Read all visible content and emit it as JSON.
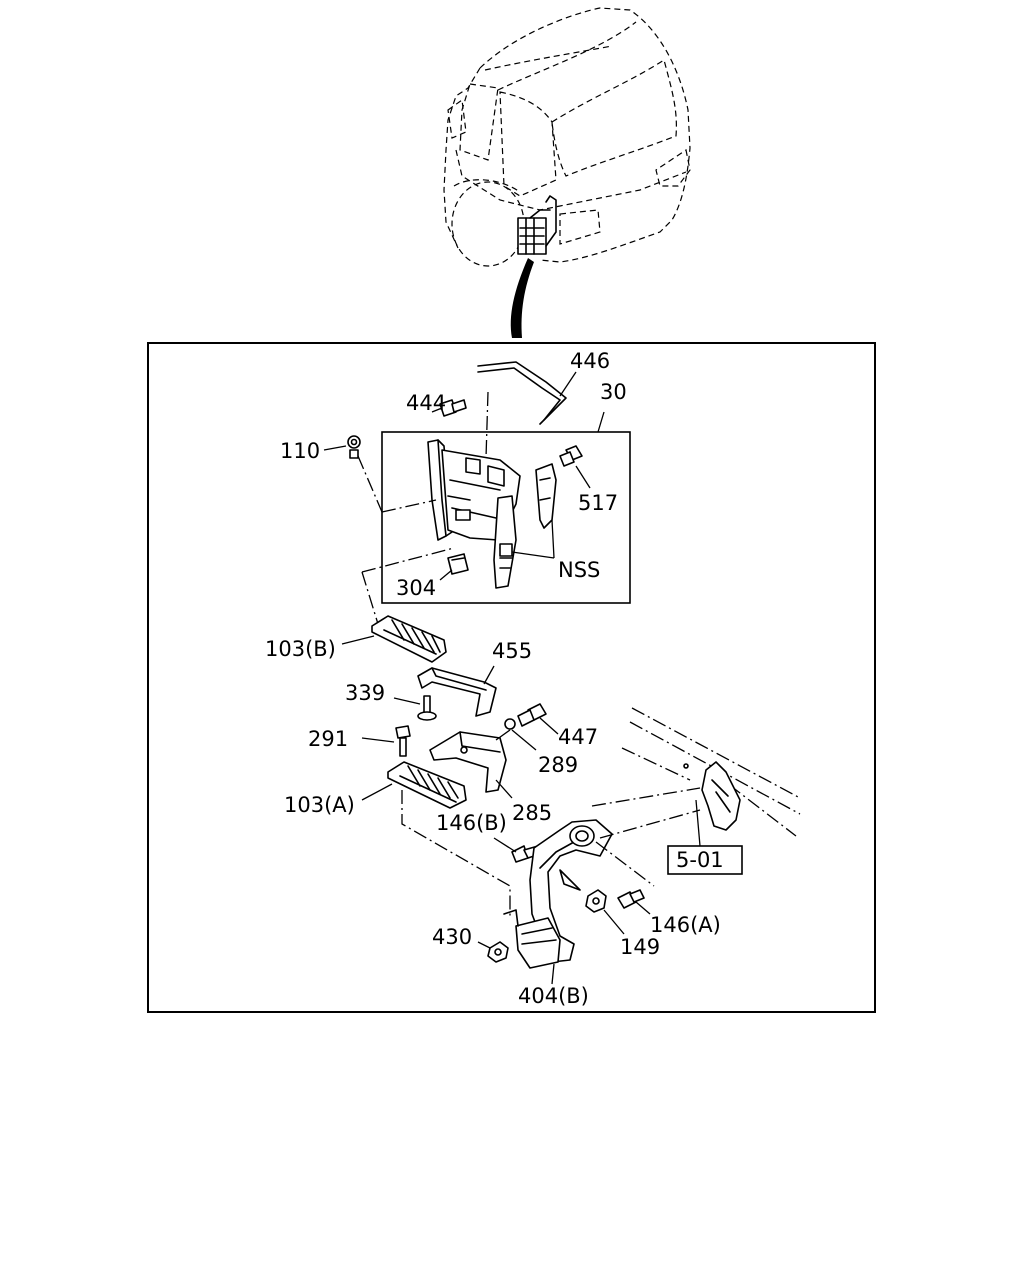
{
  "callouts": {
    "c446": "446",
    "c444": "444",
    "c30": "30",
    "c110": "110",
    "c517": "517",
    "c304": "304",
    "cNSS": "NSS",
    "c103B": "103(B)",
    "c455": "455",
    "c339": "339",
    "c447": "447",
    "c291": "291",
    "c289": "289",
    "c103A": "103(A)",
    "c285": "285",
    "c146B": "146(B)",
    "c501": "5-01",
    "c146A": "146(A)",
    "c430": "430",
    "c149": "149",
    "c404B": "404(B)"
  }
}
